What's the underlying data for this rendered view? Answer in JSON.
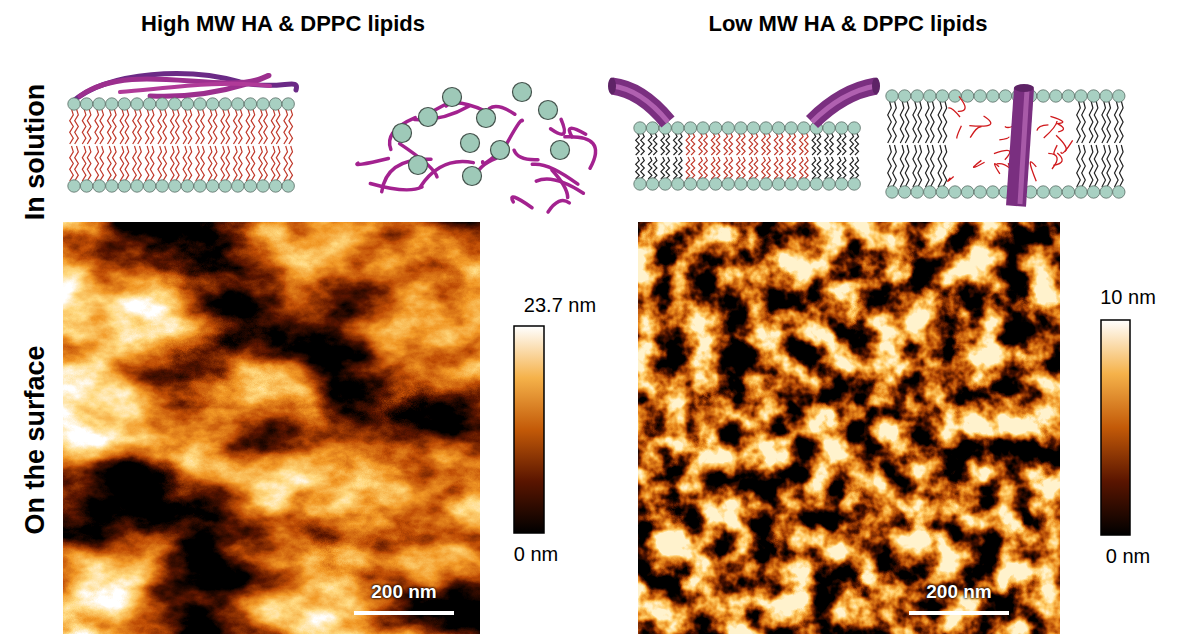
{
  "diagram": {
    "labels": [
      "High MW HA & DPPC lipids",
      "Low MW HA & DPPC lipids",
      "In solution",
      "On the surface",
      "23.7 nm",
      "0 nm",
      "10 nm",
      "0 nm",
      "200 nm",
      "200 nm"
    ]
  }
}
